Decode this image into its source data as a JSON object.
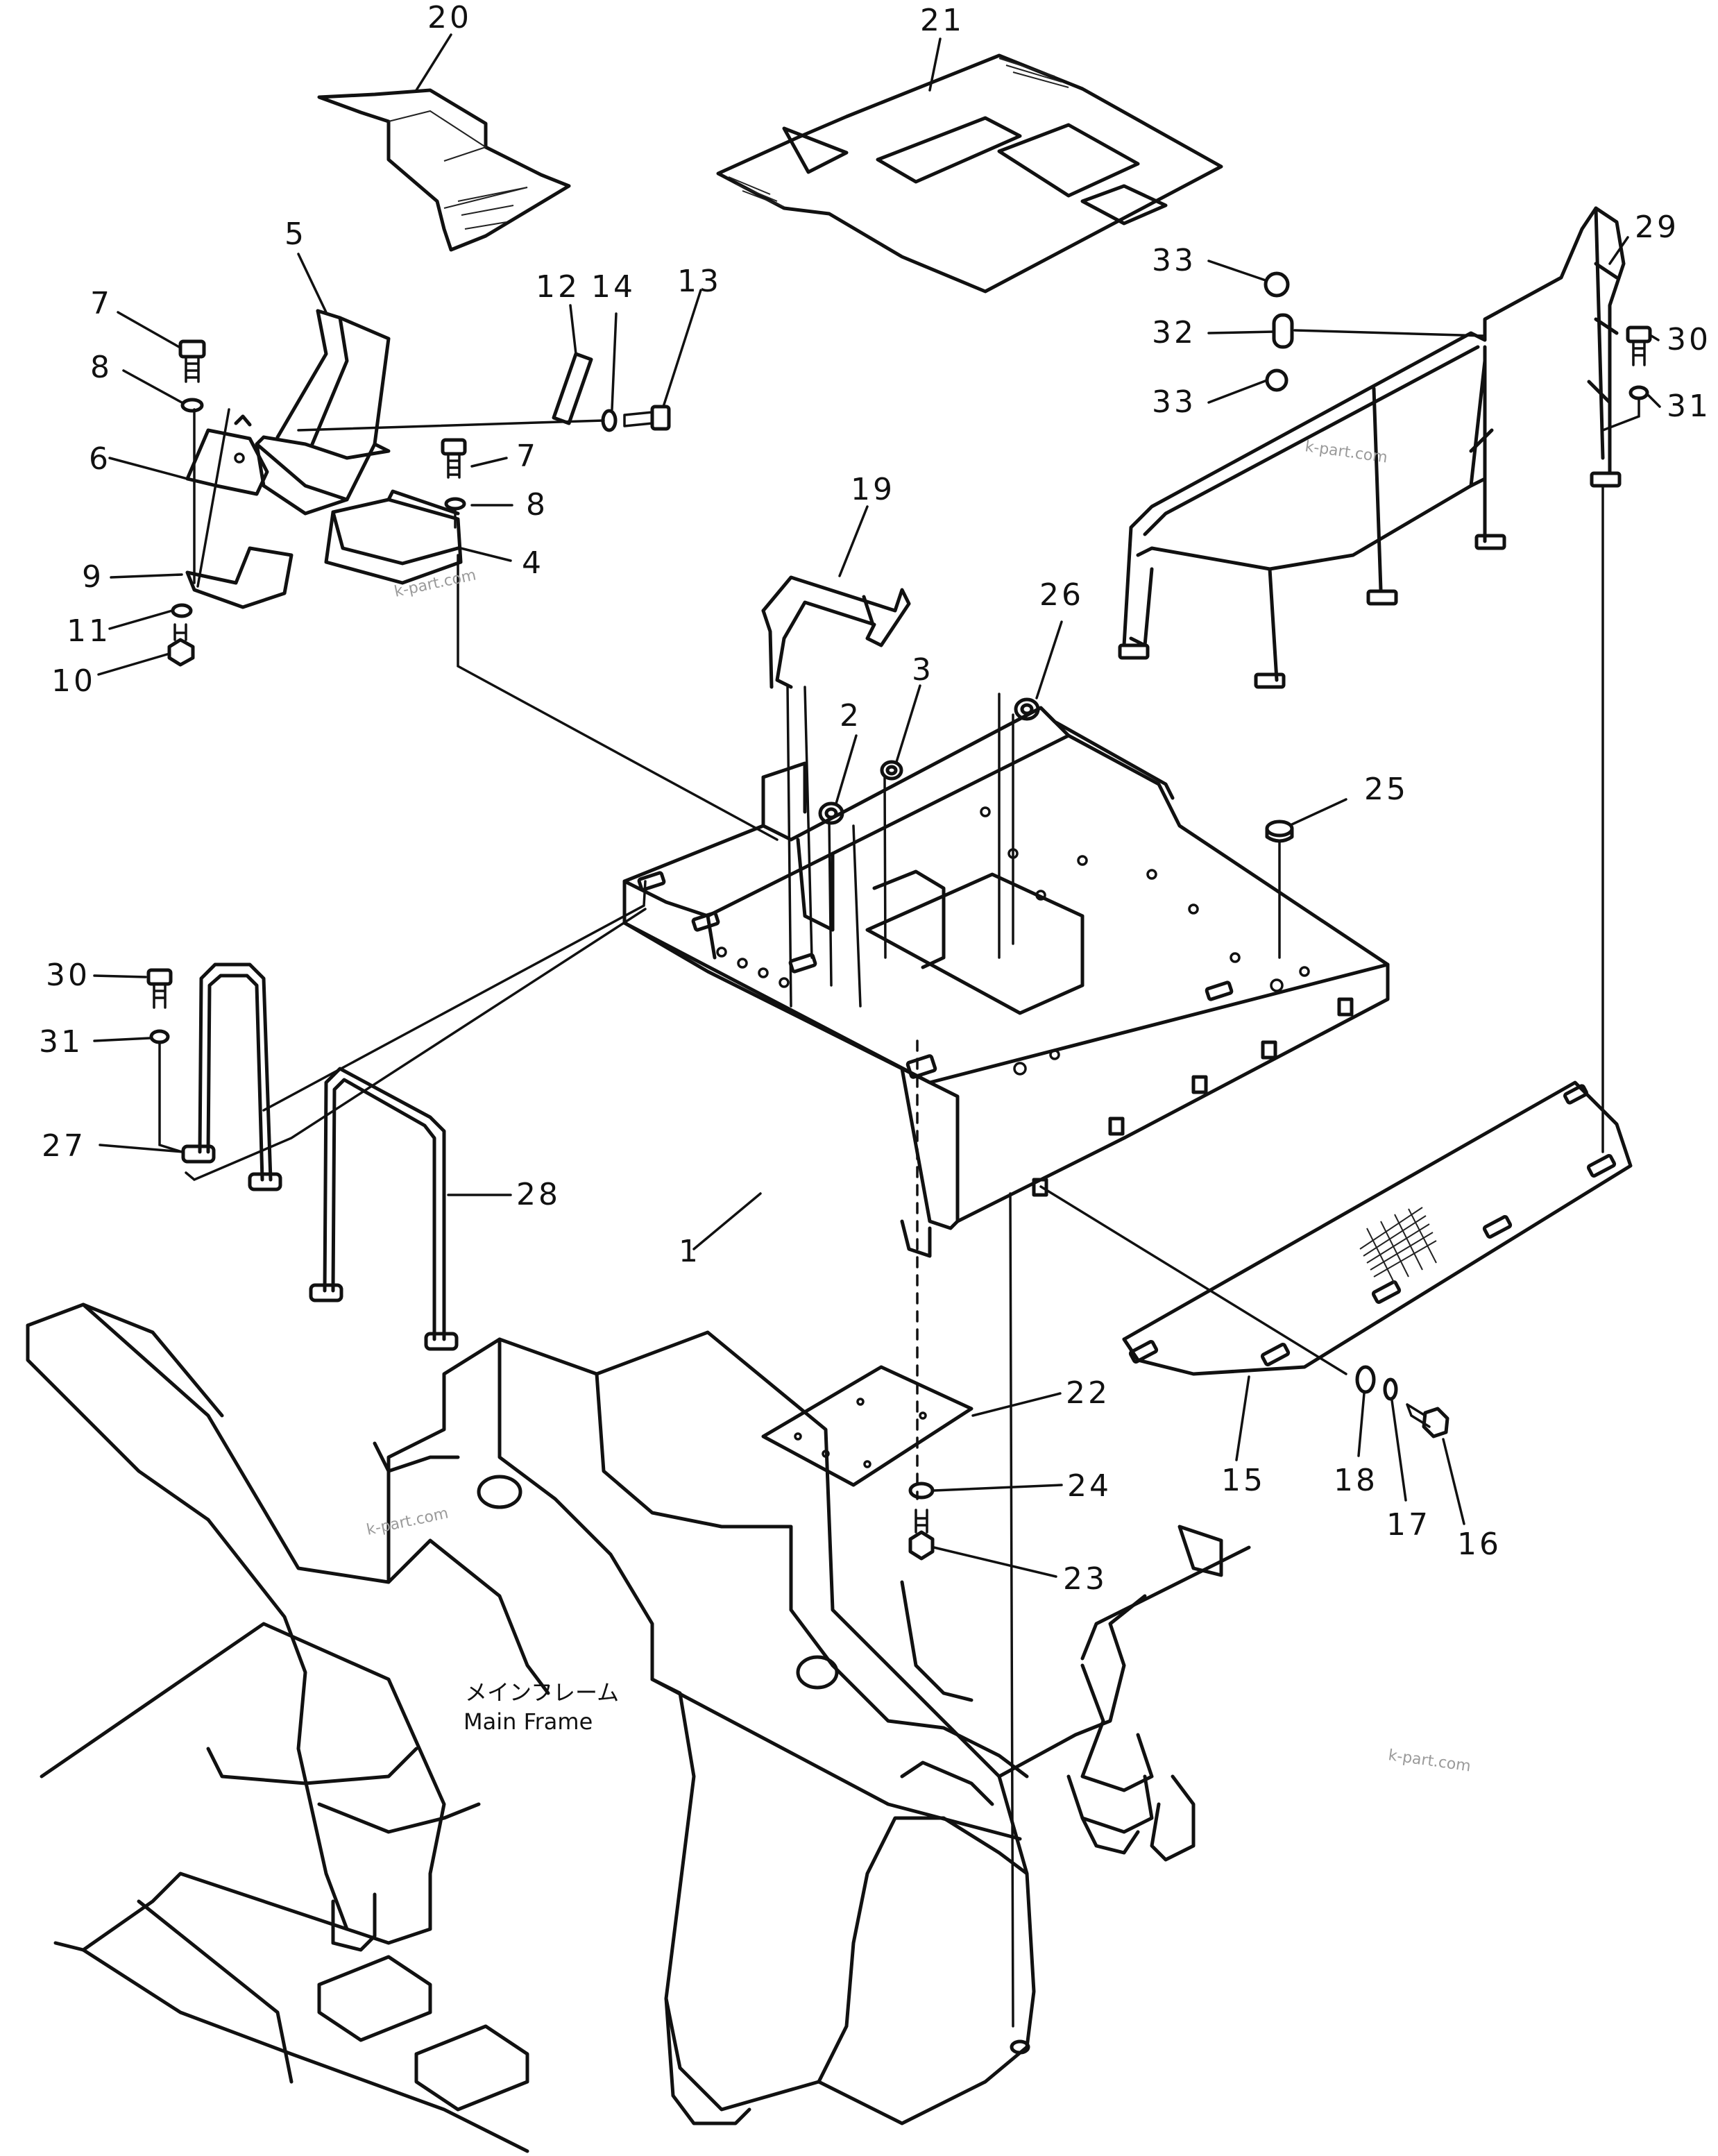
{
  "diagram": {
    "frame_label_jp": "メインフレーム",
    "frame_label_en": "Main Frame",
    "watermark": "k-part.com",
    "callouts": {
      "c1": "1",
      "c2": "2",
      "c3": "3",
      "c4": "4",
      "c5": "5",
      "c6": "6",
      "c7a": "7",
      "c7b": "7",
      "c8a": "8",
      "c8b": "8",
      "c9": "9",
      "c10": "10",
      "c11": "11",
      "c12": "12",
      "c13": "13",
      "c14": "14",
      "c15": "15",
      "c16": "16",
      "c17": "17",
      "c18": "18",
      "c19": "19",
      "c20": "20",
      "c21": "21",
      "c22": "22",
      "c23": "23",
      "c24": "24",
      "c25": "25",
      "c26": "26",
      "c27": "27",
      "c28": "28",
      "c29": "29",
      "c30a": "30",
      "c30b": "30",
      "c31a": "31",
      "c31b": "31",
      "c32": "32",
      "c33a": "33",
      "c33b": "33"
    }
  }
}
